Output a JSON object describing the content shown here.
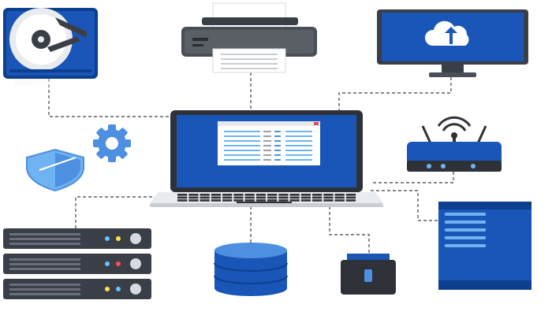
{
  "colors": {
    "blue": "#1a56b8",
    "blue_dark": "#0d3f8f",
    "blue_light": "#4d8fe0",
    "sky": "#6fb3f2",
    "gray_dark": "#3a3f47",
    "gray_mid": "#6b7078",
    "gray_light": "#d7dade",
    "line": "#5a5f66",
    "led_blue": "#5fc4ff",
    "led_yellow": "#ffe24d",
    "led_red": "#ff4d4d"
  },
  "nodes": [
    {
      "id": "hard-disk",
      "icon": "hard-disk-icon"
    },
    {
      "id": "printer",
      "icon": "printer-icon"
    },
    {
      "id": "cloud-monitor",
      "icon": "cloud-upload-monitor-icon"
    },
    {
      "id": "router",
      "icon": "wifi-router-icon"
    },
    {
      "id": "tower-server",
      "icon": "tower-server-icon"
    },
    {
      "id": "external-drive",
      "icon": "external-drive-icon"
    },
    {
      "id": "database",
      "icon": "database-icon"
    },
    {
      "id": "rack-server",
      "icon": "rack-server-icon"
    },
    {
      "id": "shield",
      "icon": "shield-icon"
    },
    {
      "id": "gear",
      "icon": "gear-icon"
    },
    {
      "id": "laptop",
      "icon": "laptop-icon"
    }
  ]
}
